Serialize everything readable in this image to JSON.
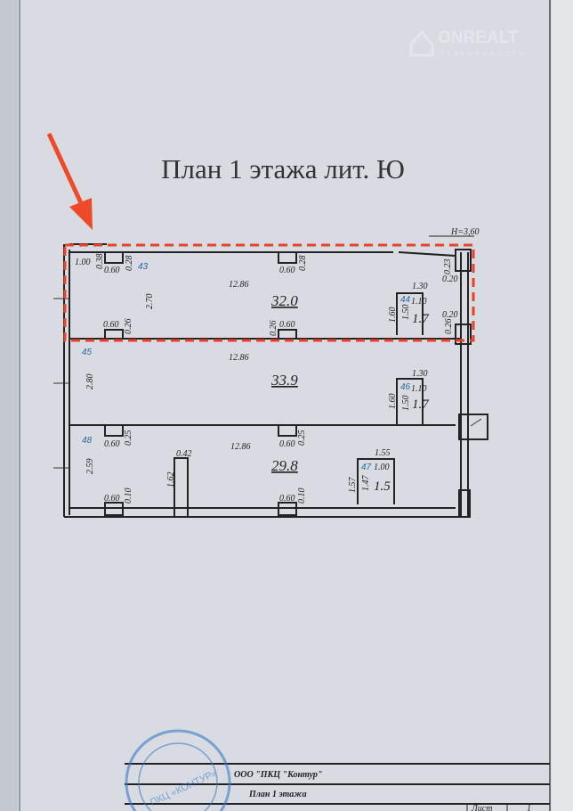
{
  "watermark": {
    "brand": "ONREALT",
    "subtitle": "НЕДВИЖИМОСТЬ"
  },
  "drawing": {
    "title": "План 1 этажа лит. Ю",
    "height_label": "H=3,60"
  },
  "rooms": [
    {
      "number": "43",
      "area": "32.0"
    },
    {
      "number": "44",
      "area": "1.7"
    },
    {
      "number": "45",
      "area": "33.9"
    },
    {
      "number": "46",
      "area": "1.7"
    },
    {
      "number": "47",
      "area": "1.5"
    },
    {
      "number": "48",
      "area": "29.8"
    }
  ],
  "dimensions": [
    "1.00",
    "0.38",
    "0.60",
    "0.28",
    "0.60",
    "0.28",
    "12.86",
    "2.70",
    "1.30",
    "1.10",
    "1.60",
    "1.50",
    "0.23",
    "0.20",
    "0.20",
    "0.26",
    "0.60",
    "0.26",
    "0.26",
    "0.60",
    "12.86",
    "2.80",
    "1.30",
    "1.10",
    "1.60",
    "1.50",
    "0.60",
    "0.25",
    "12.86",
    "0.60",
    "0.25",
    "0.42",
    "1.55",
    "1.00",
    "1.57",
    "1.47",
    "2.59",
    "1.62",
    "0.60",
    "0.10",
    "0.60",
    "0.10"
  ],
  "title_block": {
    "organization": "ООО \"ПКЦ \"Контур\"",
    "sheet_name": "План 1 этажа",
    "sheet_label": "Лист",
    "sheet_number": "1"
  },
  "stamp": {
    "text": "ПКЦ «КОНТУР»"
  },
  "colors": {
    "highlight": "#e8432a",
    "paper": "#d9dde2",
    "room_number": "#2b6a9a"
  }
}
